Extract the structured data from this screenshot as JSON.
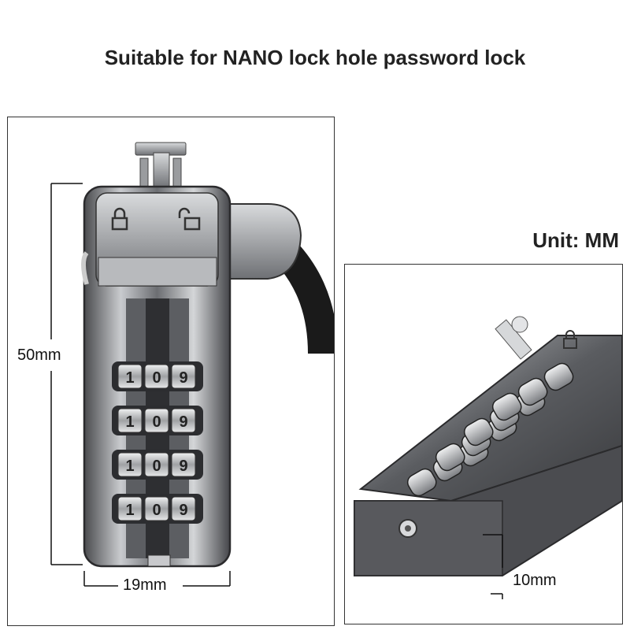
{
  "title": "Suitable for NANO lock hole password lock",
  "unit_label": "Unit: MM",
  "front_view": {
    "height_label": "50mm",
    "width_label": "19mm",
    "dial_digits": [
      "1",
      "0",
      "9"
    ],
    "dial_rows": 4
  },
  "side_view": {
    "depth_label": "10mm"
  },
  "colors": {
    "metal_dark": "#3a3a3c",
    "metal_mid": "#8a8c90",
    "metal_light": "#e4e6e8",
    "cable": "#1a1a1a"
  }
}
